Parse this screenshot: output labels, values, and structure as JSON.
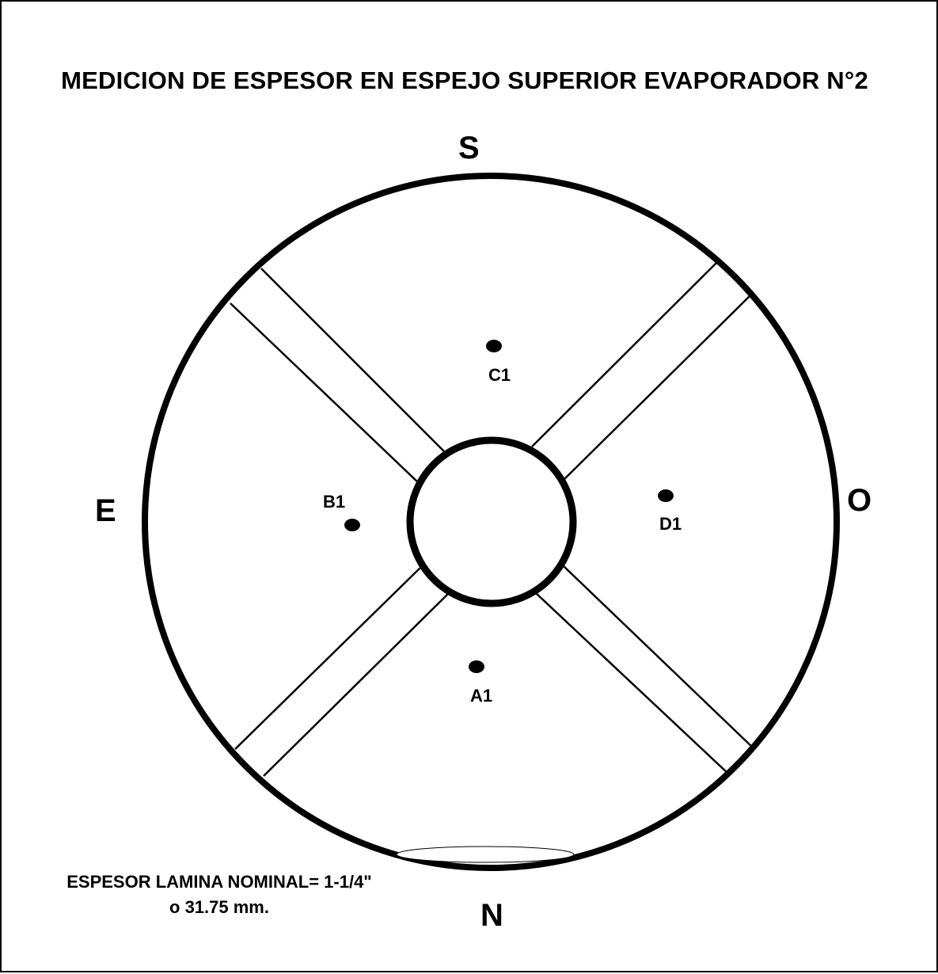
{
  "title": "MEDICION DE ESPESOR EN ESPEJO SUPERIOR EVAPORADOR N°2",
  "compass": {
    "south": "S",
    "north": "N",
    "east": "E",
    "west": "O"
  },
  "measurement_points": [
    {
      "id": "C1",
      "label": "C1"
    },
    {
      "id": "B1",
      "label": "B1"
    },
    {
      "id": "D1",
      "label": "D1"
    },
    {
      "id": "A1",
      "label": "A1"
    }
  ],
  "note": {
    "line1": "ESPESOR LAMINA NOMINAL= 1-1/4\"",
    "line2": "o 31.75 mm."
  },
  "colors": {
    "stroke": "#000000",
    "background": "#ffffff"
  }
}
